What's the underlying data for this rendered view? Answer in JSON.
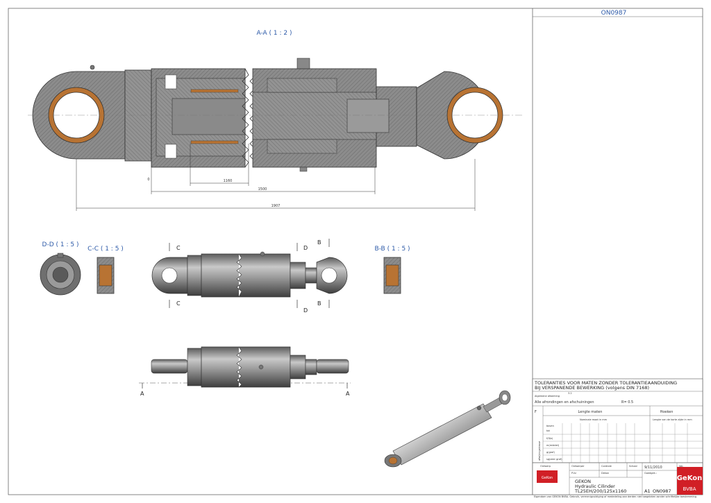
{
  "drawing": {
    "number_top": "ON0987",
    "views": {
      "aa": "A-A ( 1 : 2 )",
      "dd": "D-D ( 1 : 5 )",
      "cc": "C-C ( 1 : 5 )",
      "bb": "B-B ( 1 : 5 )"
    },
    "dimensions": {
      "d1": "1160",
      "d2": "1500",
      "d3": "1907",
      "d0": "0"
    },
    "section_marks": {
      "c": "C",
      "d": "D",
      "b": "B",
      "a": "A"
    }
  },
  "title_block": {
    "tol_line1": "TOLERANTIES VOOR MATEN ZONDER TOLERANTIEAANDUIDING",
    "tol_line2": "BIJ VERSPANENDE BEWERKING (volgens DIN 7168)",
    "finish_label": "Algemene afwerking",
    "roughness": "3.2",
    "rounding": "Alle afrondingen en afschuiningen",
    "radius": "R= 0.5",
    "class_letter": "F",
    "length_header": "Lengte maten",
    "angle_header": "Hoeken",
    "nominal_label": "Nominale maat in mm",
    "shortside_label": "Lengte van de korte zijde in mm",
    "row_labels": [
      "boven",
      "tot"
    ],
    "class_label": "afwijkingsklasse",
    "class_rows": [
      "f(fijn)",
      "m(middel)",
      "g(grof)",
      "sg(zeer grof)"
    ],
    "drawn_label": "Ontwerper",
    "drawn": "P.Vz",
    "checked_label": "Controle",
    "checked": "Dekon",
    "scale_label": "Schaal",
    "date": "9/11/2010",
    "approved_label": "Goedgek.:",
    "designed_label": "Ontwerp",
    "company": "GEKON",
    "product": "Hydraulic Cilinder",
    "type_code": "TL25EH/200/125x1160",
    "sheet_size": "A1",
    "drawing_number": "ON0987",
    "rev_label": "Ver.",
    "legal": "Eigendom van GEKON BVBA. Gebruik, vermenigvuldiging of mededeling aan derden niet toegelaten zonder schriftelijke toestemming.",
    "logo_small": "GeKon",
    "logo_main": "GeKon",
    "logo_sub": "BVBA"
  },
  "colors": {
    "steel": "#8e8e8e",
    "bronze": "#b87333",
    "accent": "#2d5aa8",
    "logo": "#d11f26"
  }
}
